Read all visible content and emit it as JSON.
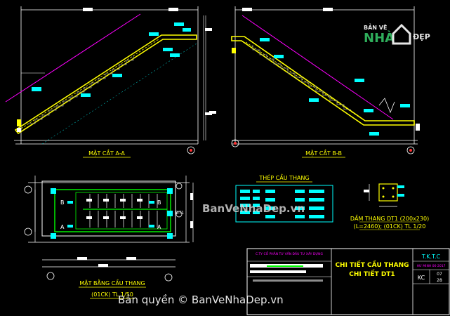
{
  "colors": {
    "background": "#000000",
    "magenta": "#ff00ff",
    "yellow": "#ffff00",
    "cyan": "#00ffff",
    "green": "#00ff00",
    "white": "#ffffff",
    "grey": "#8c8c8c",
    "red": "#ff3030"
  },
  "labels": {
    "section_aa": "MẶT CẮT A-A",
    "section_bb": "MẶT CẮT B-B",
    "rebar_table": "THÉP CẦU THANG",
    "beam_title_1": "DẦM THANG DT1 (200x230)",
    "beam_title_2": "(L=2460); (01CK) TL 1/20",
    "plan_title_1": "MẶT BẰNG CẦU THANG",
    "plan_title_2": "(01CK) TL 1/50",
    "plan_marks": [
      "B",
      "A",
      "B",
      "A"
    ],
    "plan_beam_tag": "DT1"
  },
  "title_block": {
    "company": "C.TY CỔ PHẦN TƯ VẤN ĐẦU TƯ XÂY DỰNG",
    "drawing_title_1": "CHI TIẾT CẦU THANG",
    "drawing_title_2": "CHI TIẾT DT1",
    "dept": "T.K.T.C",
    "date": "HƯ MINH 06-2017",
    "code": "KC",
    "sheet_no": "07",
    "sheet_total": "28"
  },
  "logo": {
    "line1": "BẢN VẼ",
    "line2": "NHÀ",
    "line3": "ĐẸP"
  },
  "watermarks": {
    "center": "BanVeNhaDep.vn",
    "bottom": "Bản quyền © BanVeNhaDep.vn"
  }
}
